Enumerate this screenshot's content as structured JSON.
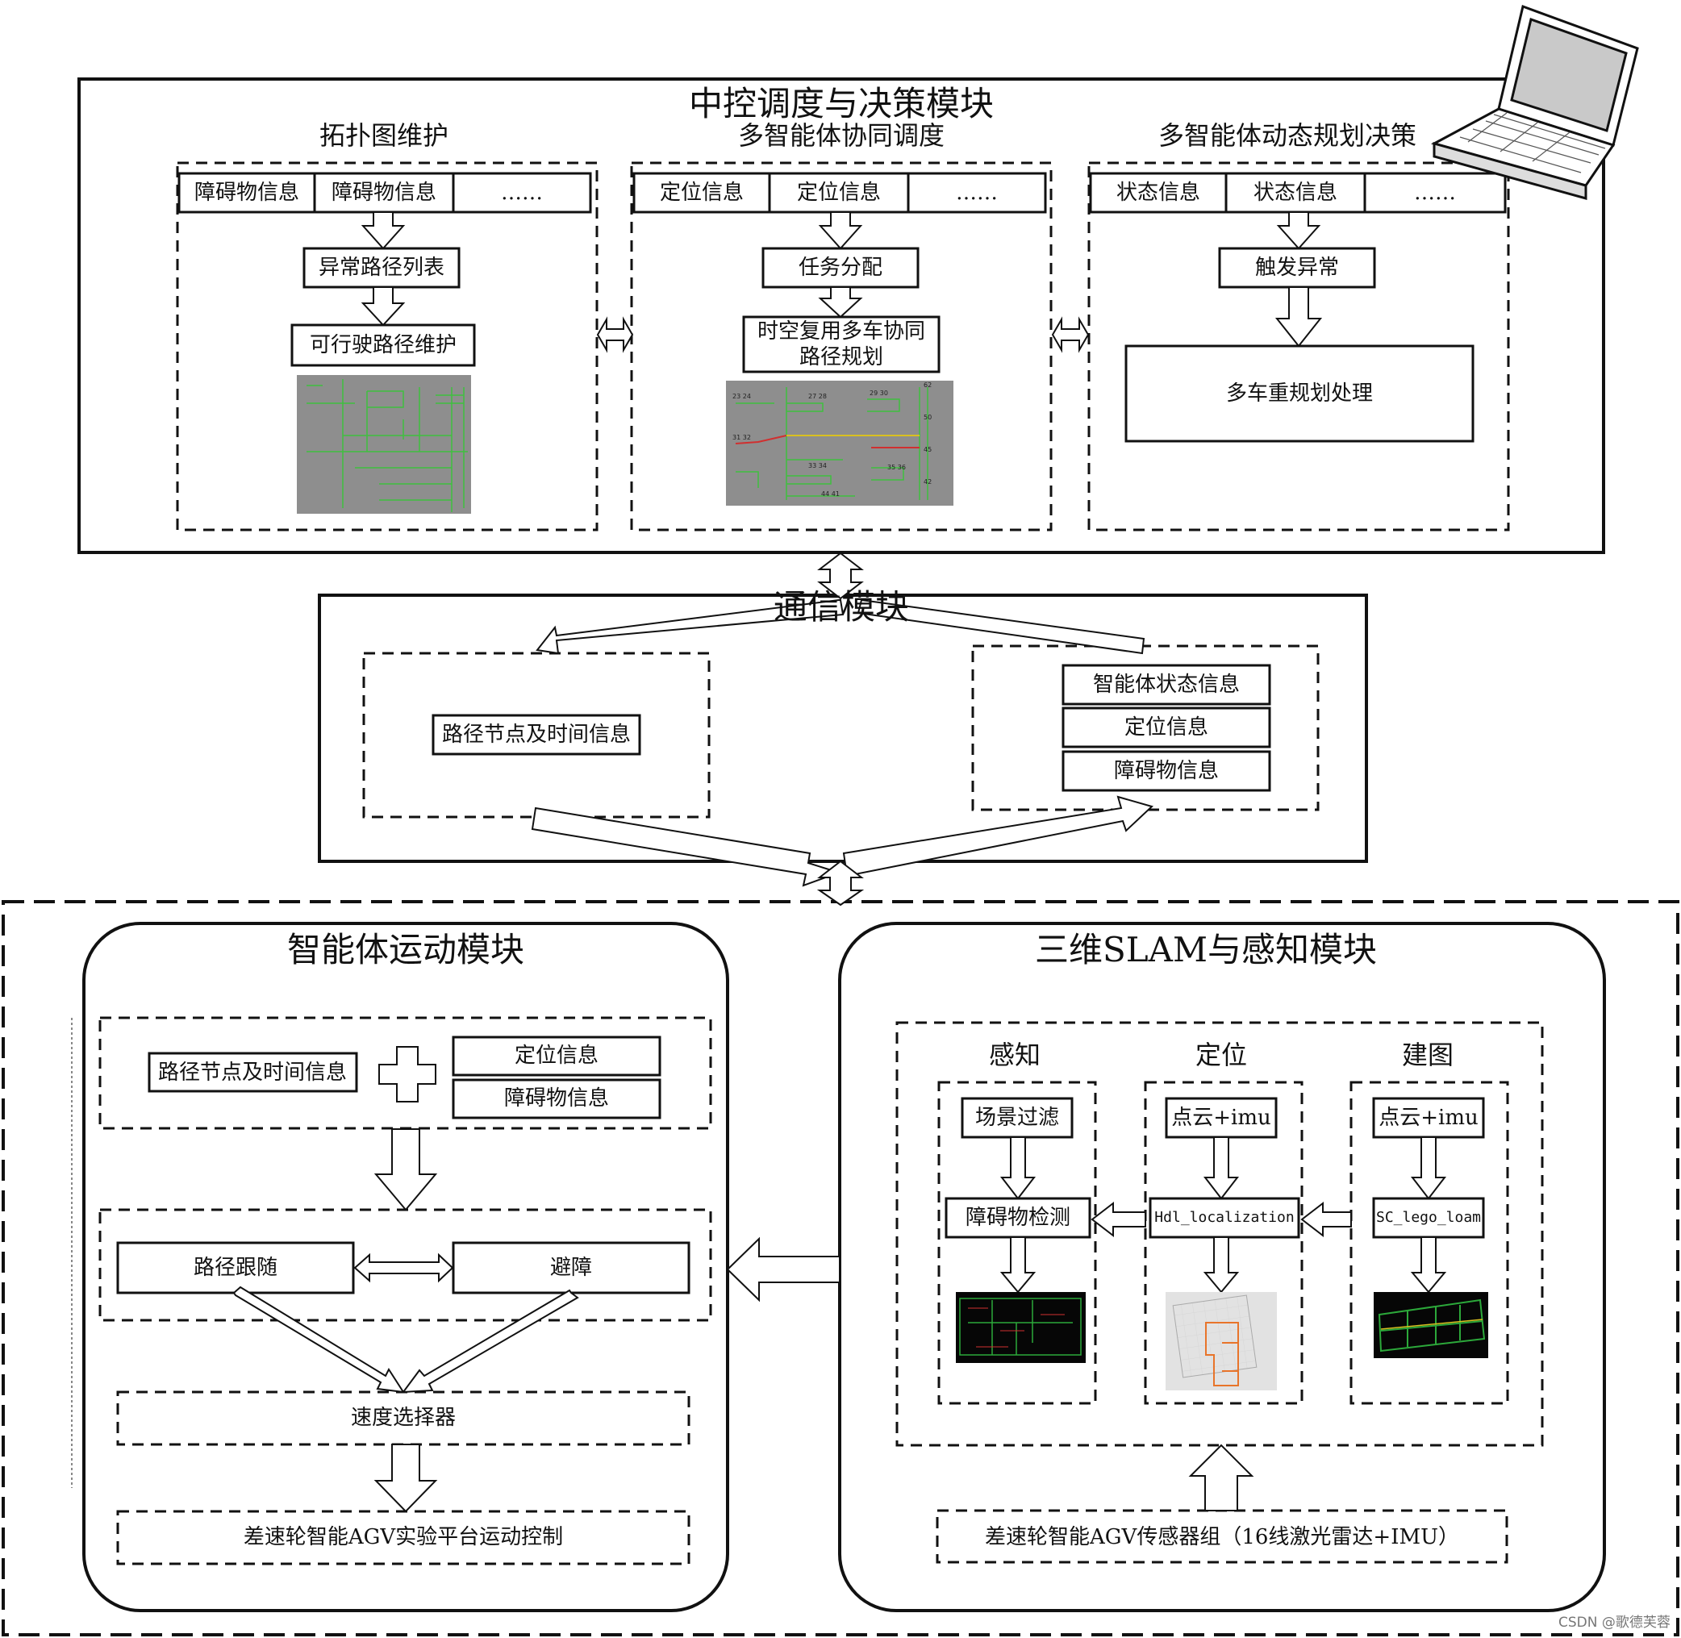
{
  "top": {
    "title": "中控调度与决策模块",
    "topology": {
      "title": "拓扑图维护",
      "tab1": "障碍物信息",
      "tab2": "障碍物信息",
      "tab3": "……",
      "box1": "异常路径列表",
      "box2": "可行驶路径维护"
    },
    "coop": {
      "title": "多智能体协同调度",
      "tab1": "定位信息",
      "tab2": "定位信息",
      "tab3": "……",
      "box1": "任务分配",
      "box2_line1": "时空复用多车协同",
      "box2_line2": "路径规划"
    },
    "decision": {
      "title": "多智能体动态规划决策",
      "tab1": "状态信息",
      "tab2": "状态信息",
      "tab3": "……",
      "box1": "触发异常",
      "box2": "多车重规划处理"
    }
  },
  "comm": {
    "title": "通信模块",
    "left_box": "路径节点及时间信息",
    "right_items": [
      "智能体状态信息",
      "定位信息",
      "障碍物信息"
    ]
  },
  "motion": {
    "title": "智能体运动模块",
    "input_left": "路径节点及时间信息",
    "input_right1": "定位信息",
    "input_right2": "障碍物信息",
    "follow": "路径跟随",
    "avoid": "避障",
    "selector": "速度选择器",
    "control": "差速轮智能AGV实验平台运动控制"
  },
  "slam": {
    "title": "三维SLAM与感知模块",
    "perception": {
      "title": "感知",
      "box1": "场景过滤",
      "box2": "障碍物检测"
    },
    "localization": {
      "title": "定位",
      "box1": "点云+imu",
      "box2": "Hdl_localization"
    },
    "mapping": {
      "title": "建图",
      "box1": "点云+imu",
      "box2": "SC_lego_loam"
    },
    "sensor": "差速轮智能AGV传感器组（16线激光雷达+IMU）"
  },
  "watermark": "CSDN @歌德芙蓉",
  "icons": {
    "laptop": "laptop-icon",
    "plus": "plus-icon"
  },
  "colors": {
    "screenshot_gray": "#8e8e8e",
    "path_green": "#3fbf3f",
    "path_red": "#d03030",
    "path_yellow": "#d8c020",
    "map_orange": "#e8742a"
  }
}
